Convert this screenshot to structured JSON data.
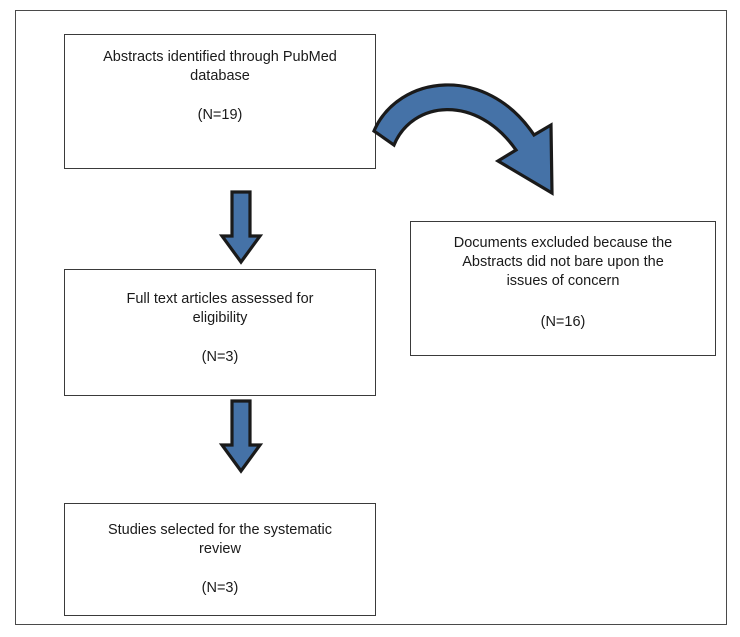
{
  "figure": {
    "type": "flowchart",
    "orientation": "vertical-with-side-exclusion",
    "colors": {
      "arrow_fill": "#4572a7",
      "arrow_outline": "#1a1a1a",
      "box_border": "#3a3a3a",
      "frame_border": "#4a4a4a",
      "background": "#ffffff",
      "text": "#1a1a1a"
    }
  },
  "boxes": {
    "identified": {
      "title": "Abstracts identified through PubMed\ndatabase",
      "count": "(N=19)"
    },
    "excluded": {
      "title": "Documents excluded because the\nAbstracts did not bare upon the\nissues of concern",
      "count": "(N=16)"
    },
    "fulltext": {
      "title": "Full text articles assessed for\neligibility",
      "count": "(N=3)"
    },
    "selected": {
      "title": "Studies selected for the systematic\nreview",
      "count": "(N=3)"
    }
  },
  "arrows": {
    "identified_to_fulltext": {
      "icon": "down-arrow-icon",
      "from": "identified",
      "to": "fulltext",
      "shape": "block-down-arrow"
    },
    "fulltext_to_selected": {
      "icon": "down-arrow-icon",
      "from": "fulltext",
      "to": "selected",
      "shape": "block-down-arrow"
    },
    "identified_to_excluded": {
      "icon": "curved-arrow-icon",
      "from": "identified",
      "to": "excluded",
      "shape": "curved-block-arrow"
    }
  },
  "chart_data": {
    "type": "diagram",
    "title": "PRISMA-style study selection flow",
    "nodes": [
      {
        "id": "identified",
        "label": "Abstracts identified through PubMed database",
        "n": 19
      },
      {
        "id": "excluded",
        "label": "Documents excluded because the Abstracts did not bare upon the issues of concern",
        "n": 16
      },
      {
        "id": "fulltext",
        "label": "Full text articles assessed for eligibility",
        "n": 3
      },
      {
        "id": "selected",
        "label": "Studies selected for the systematic review",
        "n": 3
      }
    ],
    "edges": [
      {
        "from": "identified",
        "to": "excluded",
        "style": "curved"
      },
      {
        "from": "identified",
        "to": "fulltext",
        "style": "straight-down"
      },
      {
        "from": "fulltext",
        "to": "selected",
        "style": "straight-down"
      }
    ]
  }
}
